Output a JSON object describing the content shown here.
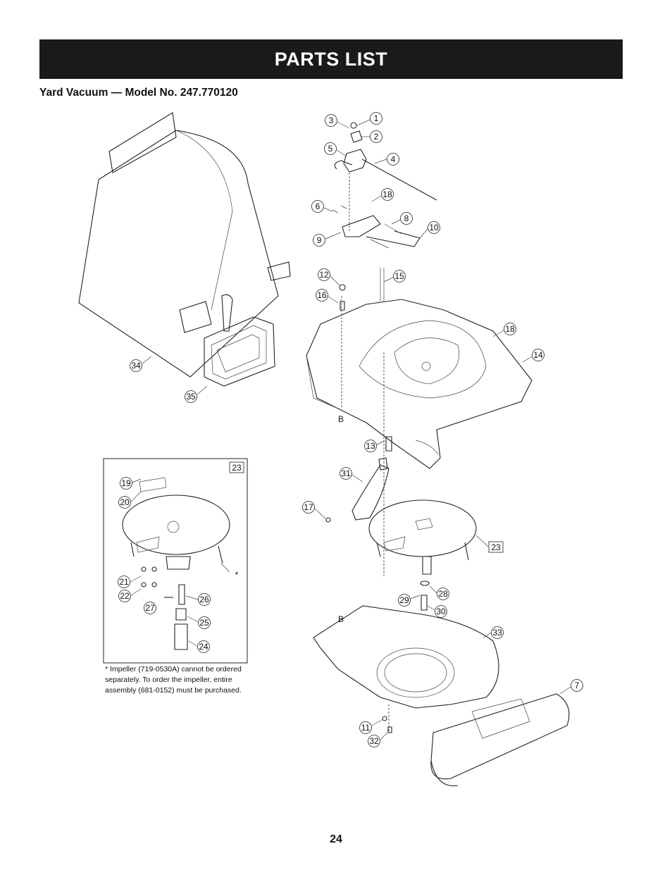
{
  "header": {
    "title": "PARTS LIST"
  },
  "subtitle": "Yard Vacuum — Model No. 247.770120",
  "inset": {
    "label": "23"
  },
  "footnote": "* Impeller (719-0530A) cannot be ordered separately. To order the impeller, entire assembly (681-0152) must be purchased.",
  "page_number": "24",
  "reference_letters": {
    "b_upper": "B",
    "b_lower": "B"
  },
  "callouts": {
    "c1": "1",
    "c2": "2",
    "c3": "3",
    "c4": "4",
    "c5": "5",
    "c6": "6",
    "c7": "7",
    "c8": "8",
    "c9": "9",
    "c10": "10",
    "c11": "11",
    "c12": "12",
    "c13": "13",
    "c14": "14",
    "c15": "15",
    "c16": "16",
    "c17": "17",
    "c18a": "18",
    "c18b": "18",
    "c19": "19",
    "c20": "20",
    "c21": "21",
    "c22": "22",
    "c23": "23",
    "c24": "24",
    "c25": "25",
    "c26": "26",
    "c27": "27",
    "c28": "28",
    "c29": "29",
    "c30": "30",
    "c31": "31",
    "c32": "32",
    "c33": "33",
    "c34": "34",
    "c35": "35"
  },
  "inset_asterisk": "*"
}
